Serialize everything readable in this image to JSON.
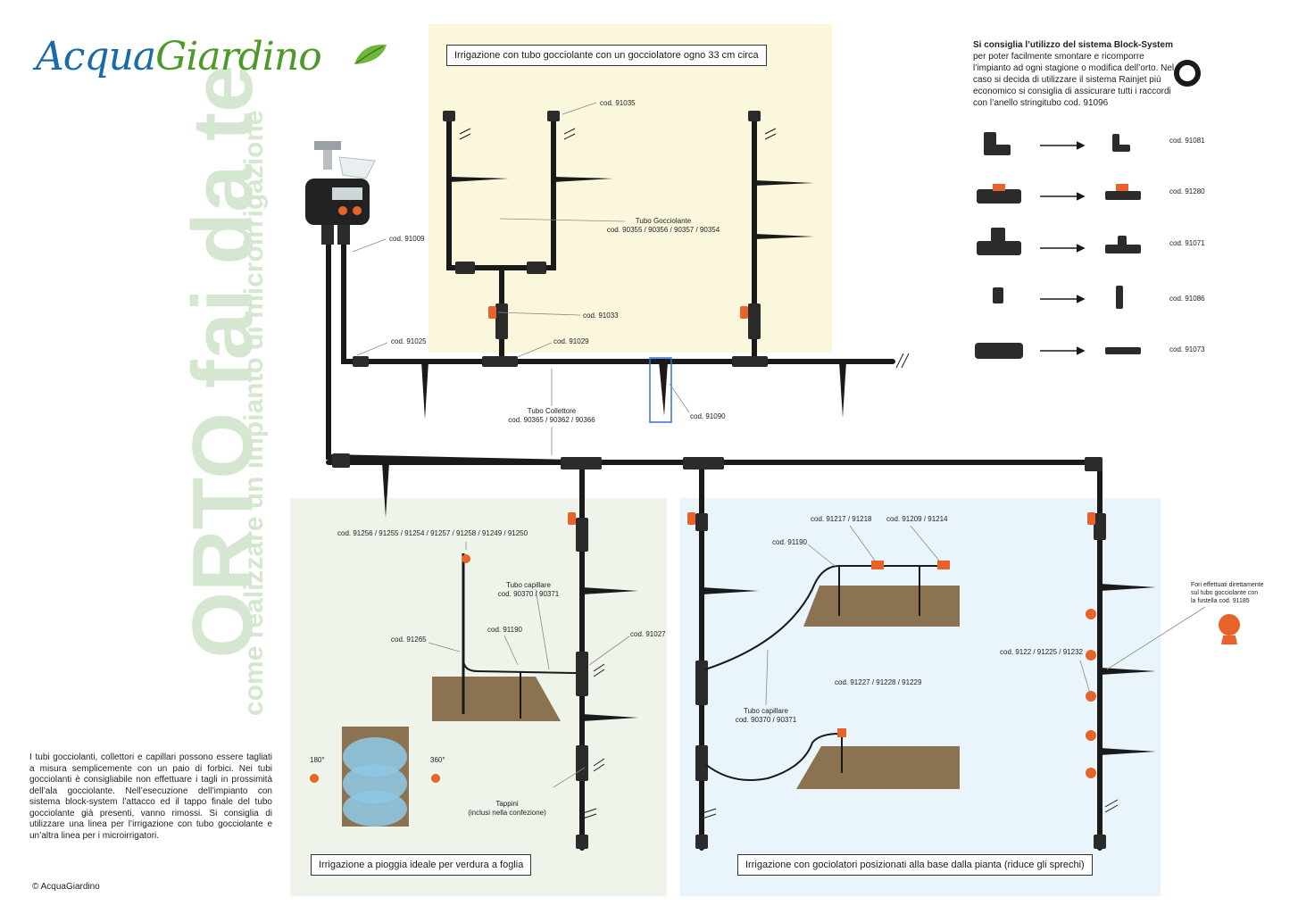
{
  "brand": {
    "logo_part1": "Acqua",
    "logo_part2": "Giardino",
    "copyright": "© AcquaGiardino"
  },
  "vertical_title": {
    "main": "ORTO fai da te",
    "sub": "come realizzare un impianto di microirrigazione"
  },
  "colors": {
    "top_zone": "#fbf7dd",
    "left_zone": "#eef4ea",
    "right_zone": "#eaf4fb",
    "pipe": "#1a1a1a",
    "soil": "#8b7250",
    "valve": "#e8632a",
    "highlight": "#3a6bd1"
  },
  "boxes": {
    "top": "Irrigazione con tubo gocciolante con un gocciolatore ogno 33 cm circa",
    "left": "Irrigazione a pioggia ideale per verdura a foglia",
    "right": "Irrigazione con gociolatori posizionati alla base dalla pianta (riduce gli sprechi)"
  },
  "note": {
    "title": "Si consiglia l’utilizzo del sistema Block-System",
    "body": "per poter facilmente smontare e ricomporre l’impianto ad ogni stagione o modifica dell’orto. Nel caso si decida di utilizzare il sistema Rainjet più economico si consiglia di assicurare tutti i raccordi con l’anello stringitubo cod. 91096"
  },
  "fittings": [
    {
      "code": "cod. 91081"
    },
    {
      "code": "cod. 91280"
    },
    {
      "code": "cod. 91071"
    },
    {
      "code": "cod. 91086"
    },
    {
      "code": "cod. 91073"
    }
  ],
  "labels": {
    "c91035": "cod. 91035",
    "gocc_title": "Tubo Gocciolante",
    "gocc_codes": "cod. 90355 / 90356 / 90357 / 90354",
    "c91009": "cod. 91009",
    "c91033": "cod. 91033",
    "c91025": "cod. 91025",
    "c91029": "cod. 91029",
    "coll_title": "Tubo Collettore",
    "coll_codes": "cod. 90365 / 90362 / 90366",
    "c91090": "cod. 91090",
    "spray_codes": "cod. 91256 / 91255 / 91254 / 91257 / 91258 / 91249 / 91250",
    "cap_title_l": "Tubo capillare",
    "cap_codes_l": "cod. 90370 / 90371",
    "c91265": "cod. 91265",
    "c91190_l": "cod. 91190",
    "c91027": "cod. 91027",
    "deg180": "180°",
    "deg360": "360°",
    "tappini": "Tappini",
    "tappini_sub": "(inclusi nella confezione)",
    "c91217": "cod. 91217 / 91218",
    "c91209": "cod. 91209 / 91214",
    "c91190_r": "cod. 91190",
    "c91227": "cod. 91227 / 91228 / 91229",
    "cap_title_r": "Tubo capillare",
    "cap_codes_r": "cod. 90370 / 90371",
    "fori_1": "Fori effettuati direttamente",
    "fori_2": "sul tubo gocciolante con",
    "fori_3": "la fustella  cod. 91185",
    "c91122": "cod. 9122 / 91225 / 91232"
  },
  "tips": "I tubi gocciolanti, collettori e capillari possono essere tagliati a misura semplicemente con un paio di forbici. Nei tubi gocciolanti è consigliabile non effettuare i tagli in prossimità dell’ala gocciolante. Nell’esecuzione dell’impianto con sistema block-system l’attacco ed il tappo finale del tubo gocciolante già presenti, vanno rimossi. Si consiglia di utilizzare una linea per l’irrigazione con tubo gocciolante e un’altra linea per i microirrigatori."
}
